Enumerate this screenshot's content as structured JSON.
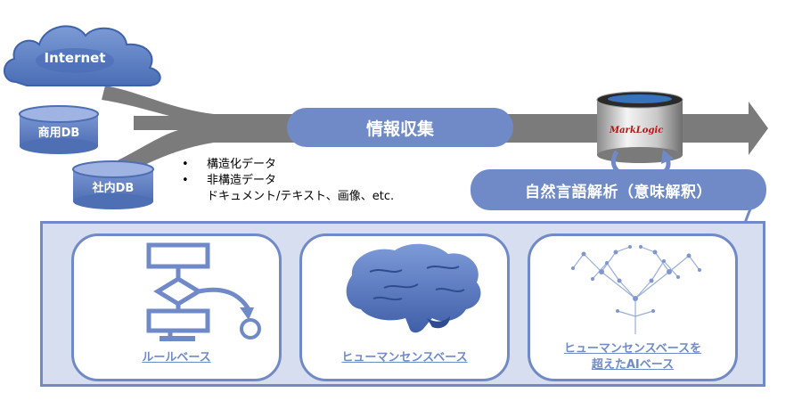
{
  "sources": {
    "internet": "Internet",
    "commercial_db": "商用DB",
    "internal_db": "社内DB"
  },
  "flow": {
    "collect_label": "情報収集",
    "nlp_label": "自然言語解析（意味解釈）"
  },
  "data_types": {
    "item1": "構造化データ",
    "item2": "非構造データ",
    "item2_detail": "ドキュメント/テキスト、画像、etc."
  },
  "database": {
    "brand": "MarkLogic"
  },
  "approaches": [
    {
      "label": "ルールベース"
    },
    {
      "label": "ヒューマンセンスベース"
    },
    {
      "label_line1": "ヒューマンセンスベースを",
      "label_line2": "超えたAIベース"
    }
  ],
  "colors": {
    "accent": "#6f8ac7",
    "panel_bg": "#d6deef",
    "arrow_gray": "#7b7b7b",
    "cloud_blue": "#5b7fc4"
  }
}
